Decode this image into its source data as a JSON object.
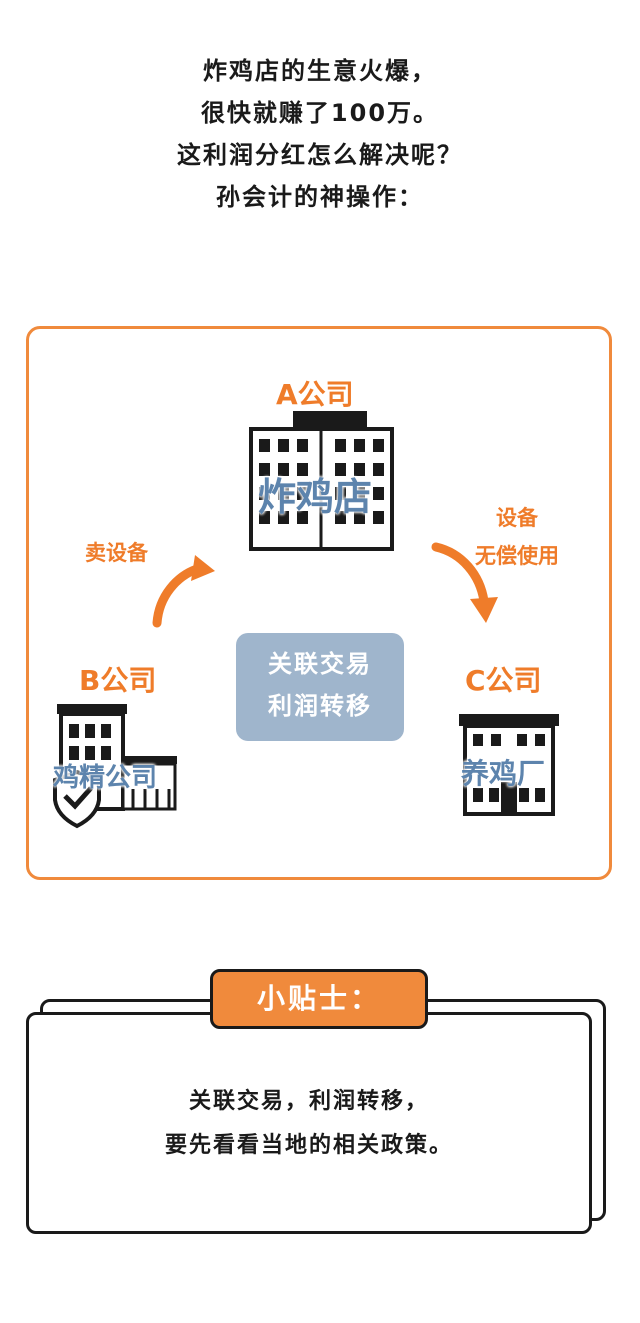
{
  "intro": {
    "lines": [
      "炸鸡店的生意火爆，",
      "很快就赚了100万。",
      "这利润分红怎么解决呢？",
      "孙会计的神操作："
    ]
  },
  "diagram": {
    "company_a": {
      "label": "A公司",
      "building_text": "炸鸡店"
    },
    "company_b": {
      "label": "B公司",
      "building_text": "鸡精公司"
    },
    "company_c": {
      "label": "C公司",
      "building_text": "养鸡厂"
    },
    "flow_b_to_a": "卖设备",
    "flow_a_to_c": [
      "设备",
      "无偿使用"
    ],
    "center": [
      "关联交易",
      "利润转移"
    ],
    "colors": {
      "accent": "#ef7c2a",
      "box": "#9fb5cc",
      "building_text": "#5d84ad",
      "ink": "#1a1a1a"
    }
  },
  "tips": {
    "title": "小贴士：",
    "lines": [
      "关联交易，利润转移，",
      "要先看看当地的相关政策。"
    ]
  }
}
